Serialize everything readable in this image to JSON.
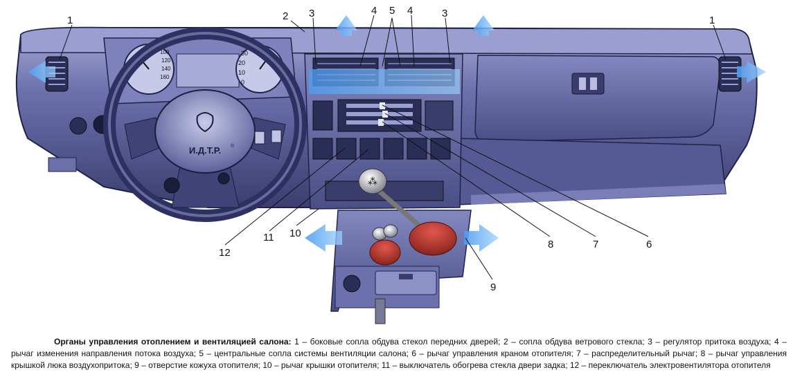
{
  "gauges": {
    "speed_ticks": [
      "100",
      "120",
      "140",
      "160"
    ],
    "tach_ticks": [
      "30",
      "20",
      "10",
      "0"
    ]
  },
  "wheel_emblem": "И.Д.Т.Р.",
  "wheel_emblem_mark": "®",
  "gear_knob_pattern": "⁂",
  "callouts": [
    "1",
    "2",
    "3",
    "4",
    "5",
    "4",
    "3",
    "1",
    "12",
    "11",
    "10",
    "8",
    "7",
    "6",
    "9"
  ],
  "caption": {
    "title": "Органы управления отоплением и вентиляцией салона:",
    "text": "1 – боковые сопла обдува стекол передних дверей; 2 – сопла обдува ветрового стекла; 3 – регулятор притока воздуха; 4 – рычаг изменения направления потока воздуха; 5 – центральные сопла системы вентиляции салона; 6 – рычаг управления краном отопителя; 7 – распределительный рычаг; 8 – рычаг управления крышкой люка воздухопритока; 9 – отверстие кожуха отопителя; 10 – рычаг крышки отопителя; 11 – выключатель обогрева стекла двери задка; 12 – переключатель электровентилятора отопителя"
  },
  "colors": {
    "dash": "#5a5f9a",
    "dash_dark": "#2a2d55",
    "dash_light": "#8e93c6",
    "airflow": "#3f8ee8",
    "boot": "#b8322c"
  }
}
